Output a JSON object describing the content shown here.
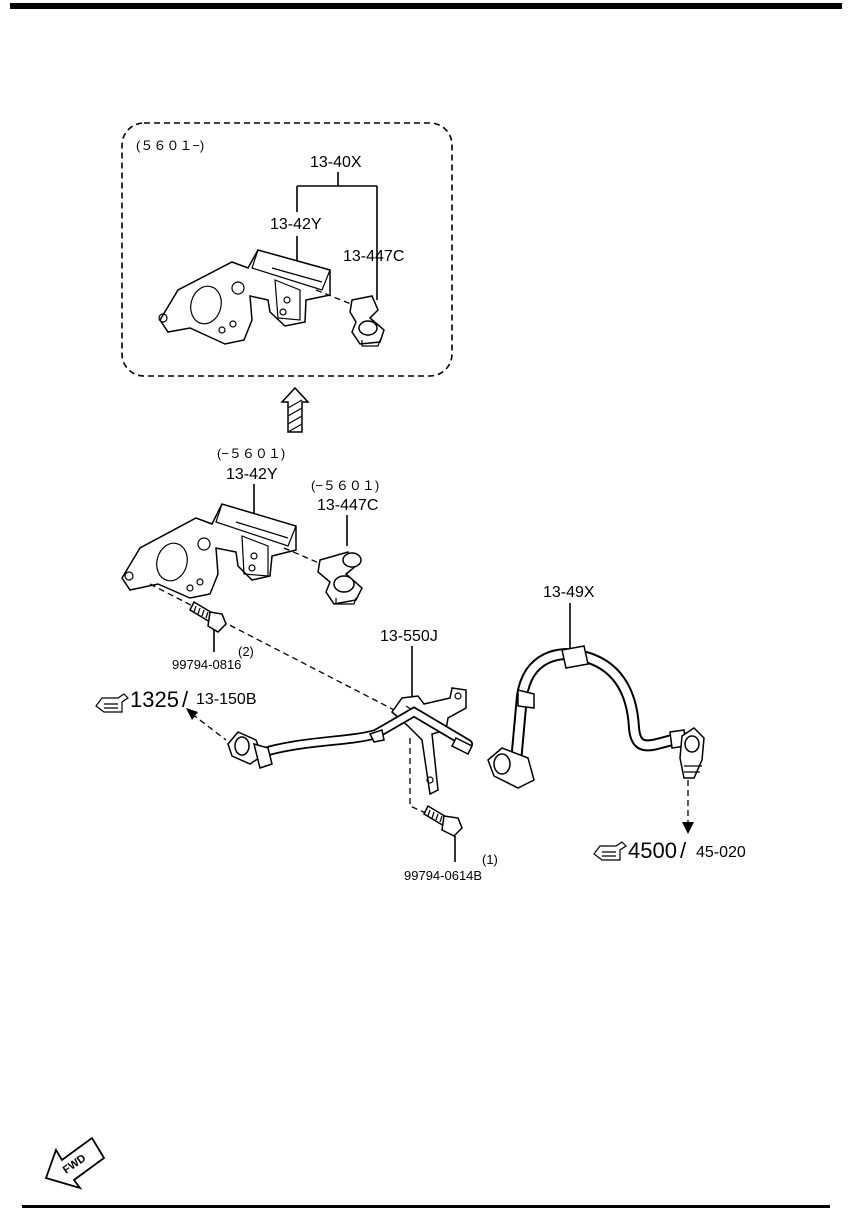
{
  "labels": {
    "inset_condition": "(５６０１−)",
    "inset_assembly": "13-40X",
    "inset_bracket": "13-42Y",
    "inset_clip": "13-447C",
    "main_bracket_condition": "(−５６０１)",
    "main_bracket": "13-42Y",
    "main_clip_condition": "(−５６０１)",
    "main_clip": "13-447C",
    "bolt_upper_part": "99794-0816",
    "bolt_upper_qty": "(2)",
    "pipe_bracket": "13-550J",
    "hose": "13-49X",
    "bolt_lower_part": "99794-0614B",
    "bolt_lower_qty": "(1)",
    "ref_left_main": "1325",
    "ref_left_sub": "13-150B",
    "ref_right_main": "4500",
    "ref_right_sub": "45-020",
    "ref_separator": "/",
    "fwd": "FWD"
  },
  "icons": {
    "ref_pointer": "pointing-hand-icon",
    "direction": "fwd-arrow-icon",
    "transition": "hatched-up-arrow-icon"
  },
  "colors": {
    "ink": "#000000",
    "paper": "#ffffff"
  }
}
